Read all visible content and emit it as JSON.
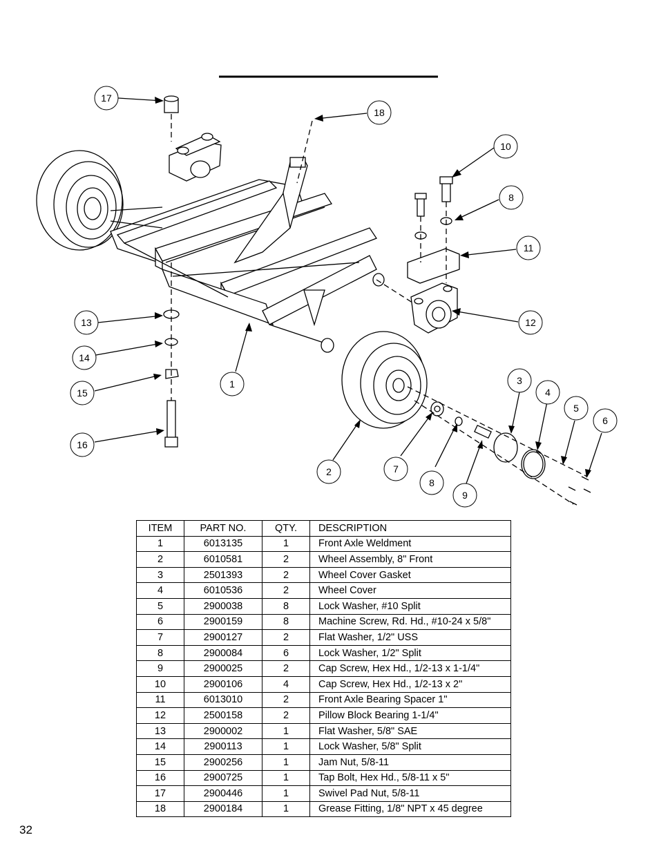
{
  "diagram": {
    "callouts": [
      "1",
      "2",
      "3",
      "4",
      "5",
      "6",
      "7",
      "8",
      "9",
      "10",
      "11",
      "12",
      "13",
      "14",
      "15",
      "16",
      "17",
      "18",
      "8"
    ]
  },
  "table": {
    "headers": [
      "ITEM",
      "PART NO.",
      "QTY.",
      "DESCRIPTION"
    ],
    "rows": [
      [
        "1",
        "6013135",
        "1",
        "Front Axle Weldment"
      ],
      [
        "2",
        "6010581",
        "2",
        "Wheel Assembly, 8\" Front"
      ],
      [
        "3",
        "2501393",
        "2",
        "Wheel Cover Gasket"
      ],
      [
        "4",
        "6010536",
        "2",
        "Wheel Cover"
      ],
      [
        "5",
        "2900038",
        "8",
        "Lock Washer, #10 Split"
      ],
      [
        "6",
        "2900159",
        "8",
        "Machine Screw, Rd. Hd., #10-24 x 5/8\""
      ],
      [
        "7",
        "2900127",
        "2",
        "Flat Washer, 1/2\" USS"
      ],
      [
        "8",
        "2900084",
        "6",
        "Lock Washer, 1/2\" Split"
      ],
      [
        "9",
        "2900025",
        "2",
        "Cap Screw, Hex Hd., 1/2-13 x 1-1/4\""
      ],
      [
        "10",
        "2900106",
        "4",
        "Cap Screw, Hex Hd., 1/2-13 x 2\""
      ],
      [
        "11",
        "6013010",
        "2",
        "Front Axle Bearing Spacer 1\""
      ],
      [
        "12",
        "2500158",
        "2",
        "Pillow Block Bearing 1-1/4\""
      ],
      [
        "13",
        "2900002",
        "1",
        "Flat Washer, 5/8\" SAE"
      ],
      [
        "14",
        "2900113",
        "1",
        "Lock Washer, 5/8\" Split"
      ],
      [
        "15",
        "2900256",
        "1",
        "Jam Nut, 5/8-11"
      ],
      [
        "16",
        "2900725",
        "1",
        "Tap Bolt, Hex Hd., 5/8-11 x 5\""
      ],
      [
        "17",
        "2900446",
        "1",
        "Swivel Pad Nut, 5/8-11"
      ],
      [
        "18",
        "2900184",
        "1",
        "Grease Fitting, 1/8\" NPT x 45 degree"
      ]
    ]
  },
  "page_number": "32"
}
